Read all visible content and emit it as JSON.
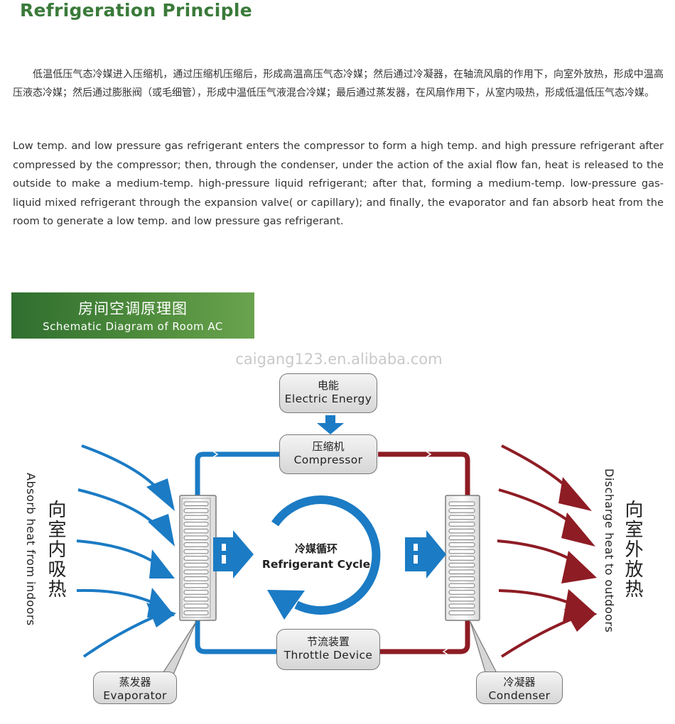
{
  "title": "Refrigeration Principle",
  "paragraph_cn": "低温低压气态冷媒进入压缩机，通过压缩机压缩后，形成高温高压气态冷媒；然后通过冷凝器，在轴流风扇的作用下，向室外放热，形成中温高压液态冷媒；然后通过膨胀阀（或毛细管），形成中温低压气液混合冷媒；最后通过蒸发器，在风扇作用下，从室内吸热，形成低温低压气态冷媒。",
  "paragraph_en": "Low temp. and low pressure gas refrigerant enters the compressor to form a high temp. and high pressure refrigerant after compressed by the compressor; then, through the condenser, under the action of the axial flow fan, heat is released to the outside to make a medium-temp. high-pressure liquid refrigerant; after that, forming a medium-temp. low-pressure gas-liquid mixed refrigerant through the expansion valve( or capillary); and finally, the evaporator and fan absorb heat from the room to generate a low temp. and low pressure gas refrigerant.",
  "banner": {
    "cn": "房间空调原理图",
    "en": "Schematic Diagram of Room AC"
  },
  "watermark": "caigang123.en.alibaba.com",
  "nodes": {
    "electric": {
      "cn": "电能",
      "en": "Electric Energy"
    },
    "compressor": {
      "cn": "压缩机",
      "en": "Compressor"
    },
    "throttle": {
      "cn": "节流装置",
      "en": "Throttle Device"
    },
    "evaporator": {
      "cn": "蒸发器",
      "en": "Evaporator"
    },
    "condenser": {
      "cn": "冷凝器",
      "en": "Condenser"
    }
  },
  "cycle": {
    "cn": "冷媒循环",
    "en": "Refrigerant Cycle"
  },
  "left_side": {
    "cn": "向室内吸热",
    "en": "Absorb heat from indoors"
  },
  "right_side": {
    "cn": "向室外放热",
    "en": "Discharge heat to outdoors"
  },
  "colors": {
    "blue": "#1b7bc4",
    "red": "#8e1c24",
    "green": "#3a7a3a"
  }
}
